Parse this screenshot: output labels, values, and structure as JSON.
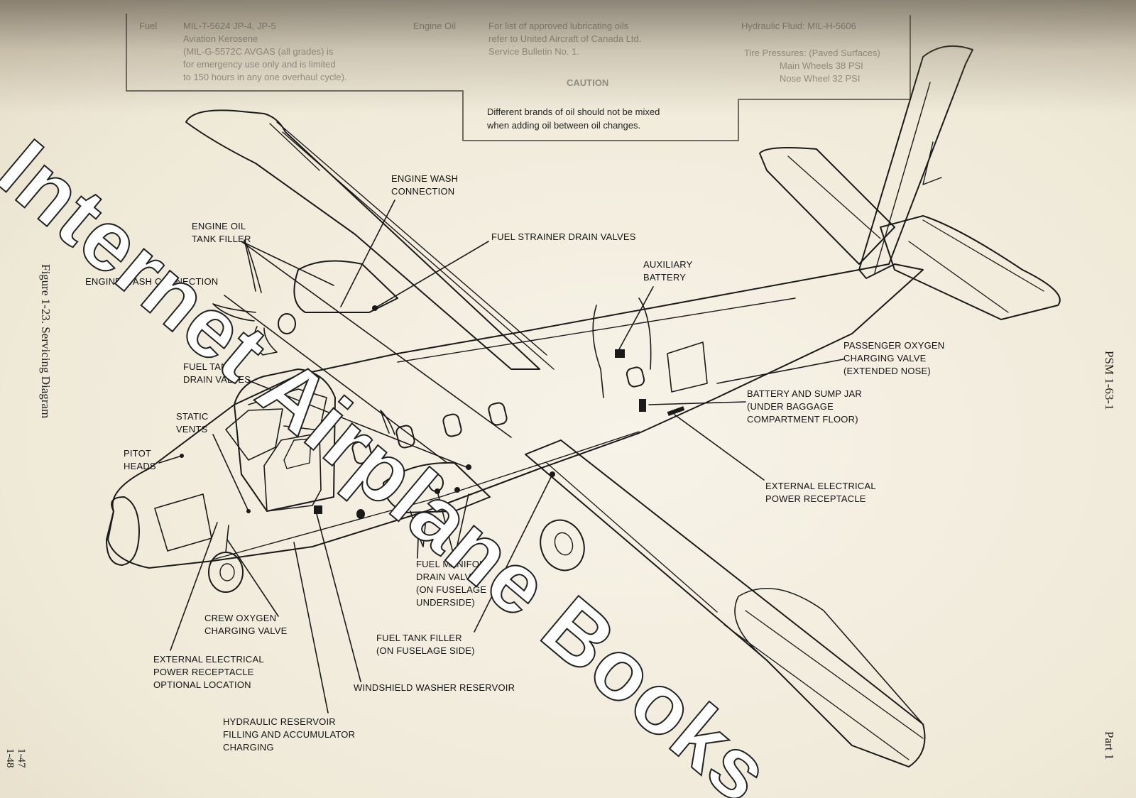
{
  "header_box": {
    "fuel_label": "Fuel",
    "fuel_lines": [
      "MIL-T-5624 JP-4, JP-5",
      "Aviation Kerosene",
      "(MIL-G-5572C AVGAS (all grades) is",
      "for emergency use only and is limited",
      "to 150 hours in any one overhaul cycle)."
    ],
    "engine_oil_label": "Engine Oil",
    "engine_oil_lines": [
      "For list of approved lubricating oils",
      "refer to United Aircraft of Canada Ltd.",
      "Service Bulletin No. 1."
    ],
    "hydraulic_line": "Hydraulic Fluid: MIL-H-5606",
    "tire_lines": [
      "Tire Pressures: (Paved Surfaces)",
      "Main Wheels    38 PSI",
      "Nose Wheel      32 PSI"
    ],
    "caution_title": "CAUTION",
    "caution_lines": [
      "Different brands of oil should not be mixed",
      "when adding oil between oil changes."
    ]
  },
  "callouts": {
    "engine_wash_connection_top": [
      "ENGINE WASH",
      "CONNECTION"
    ],
    "engine_oil_tank_filler": [
      "ENGINE OIL",
      "TANK FILLER"
    ],
    "engine_wash_connection_left": [
      "ENGINE WASH CONNECTION"
    ],
    "fuel_strainer_drain_valves": [
      "FUEL STRAINER DRAIN VALVES"
    ],
    "auxiliary_battery": [
      "AUXILIARY",
      "BATTERY"
    ],
    "passenger_oxygen_charging_valve": [
      "PASSENGER OXYGEN",
      "CHARGING VALVE",
      "(EXTENDED NOSE)"
    ],
    "battery_and_sump_jar": [
      "BATTERY AND SUMP JAR",
      "(UNDER BAGGAGE",
      "COMPARTMENT FLOOR)"
    ],
    "external_electrical_power_receptacle_right": [
      "EXTERNAL ELECTRICAL",
      "POWER RECEPTACLE"
    ],
    "fuel_tank_drain_valves": [
      "FUEL TANK",
      "DRAIN VALVES"
    ],
    "static_vents": [
      "STATIC",
      "VENTS"
    ],
    "pitot_heads": [
      "PITOT",
      "HEADS"
    ],
    "fuel_manifold_drain_valves": [
      "FUEL MANIFOLD",
      "DRAIN VALVES",
      "(ON FUSELAGE",
      "UNDERSIDE)"
    ],
    "crew_oxygen_charging_valve": [
      "CREW OXYGEN",
      "CHARGING VALVE"
    ],
    "fuel_tank_filler": [
      "FUEL TANK FILLER",
      "(ON FUSELAGE SIDE)"
    ],
    "external_electrical_power_receptacle_optional": [
      "EXTERNAL ELECTRICAL",
      "POWER RECEPTACLE",
      "OPTIONAL LOCATION"
    ],
    "windshield_washer_reservoir": [
      "WINDSHIELD WASHER RESERVOIR"
    ],
    "hydraulic_reservoir": [
      "HYDRAULIC RESERVOIR",
      "FILLING AND ACCUMULATOR",
      "CHARGING"
    ]
  },
  "figure_caption": "Figure 1-23.  Servicing Diagram",
  "document_number": "PSM 1-63-1",
  "part_label": "Part 1",
  "page_numbers": [
    "1-47",
    "1-48"
  ],
  "watermark": "Internet Airplane Books"
}
